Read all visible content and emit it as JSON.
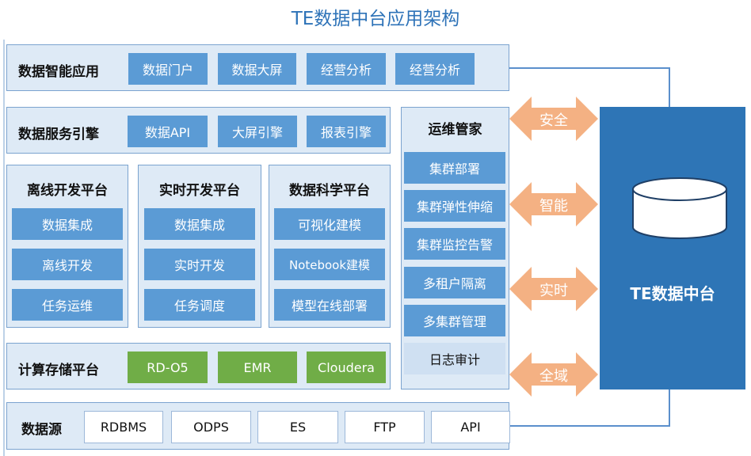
{
  "title": "TE数据中台应用架构",
  "rows": {
    "app": {
      "label": "数据智能应用",
      "items": [
        "数据门户",
        "数据大屏",
        "经营分析",
        "经营分析"
      ]
    },
    "service": {
      "label": "数据服务引擎",
      "items": [
        "数据API",
        "大屏引擎",
        "报表引擎"
      ]
    },
    "offline": {
      "label": "离线开发平台",
      "items": [
        "数据集成",
        "离线开发",
        "任务运维"
      ]
    },
    "realtime": {
      "label": "实时开发平台",
      "items": [
        "数据集成",
        "实时开发",
        "任务调度"
      ]
    },
    "science": {
      "label": "数据科学平台",
      "items": [
        "可视化建模",
        "Notebook建模",
        "模型在线部署"
      ]
    },
    "compute": {
      "label": "计算存储平台",
      "items": [
        "RD-O5",
        "EMR",
        "Cloudera"
      ]
    },
    "source": {
      "label": "数据源",
      "items": [
        "RDBMS",
        "ODPS",
        "ES",
        "FTP",
        "API"
      ]
    }
  },
  "ops": {
    "label": "运维管家",
    "items": [
      "集群部署",
      "集群弹性伸缩",
      "集群监控告警",
      "多租户隔离",
      "多集群管理",
      "日志审计"
    ]
  },
  "arrows": [
    "安全",
    "智能",
    "实时",
    "全域"
  ],
  "platform": {
    "label": "TE数据中台"
  },
  "colors": {
    "panel": "#deeaf6",
    "button": "#5b9bd5",
    "green": "#70ad47",
    "arrow": "#f4b183",
    "platform": "#2e75b6",
    "title": "#2e73b8"
  }
}
